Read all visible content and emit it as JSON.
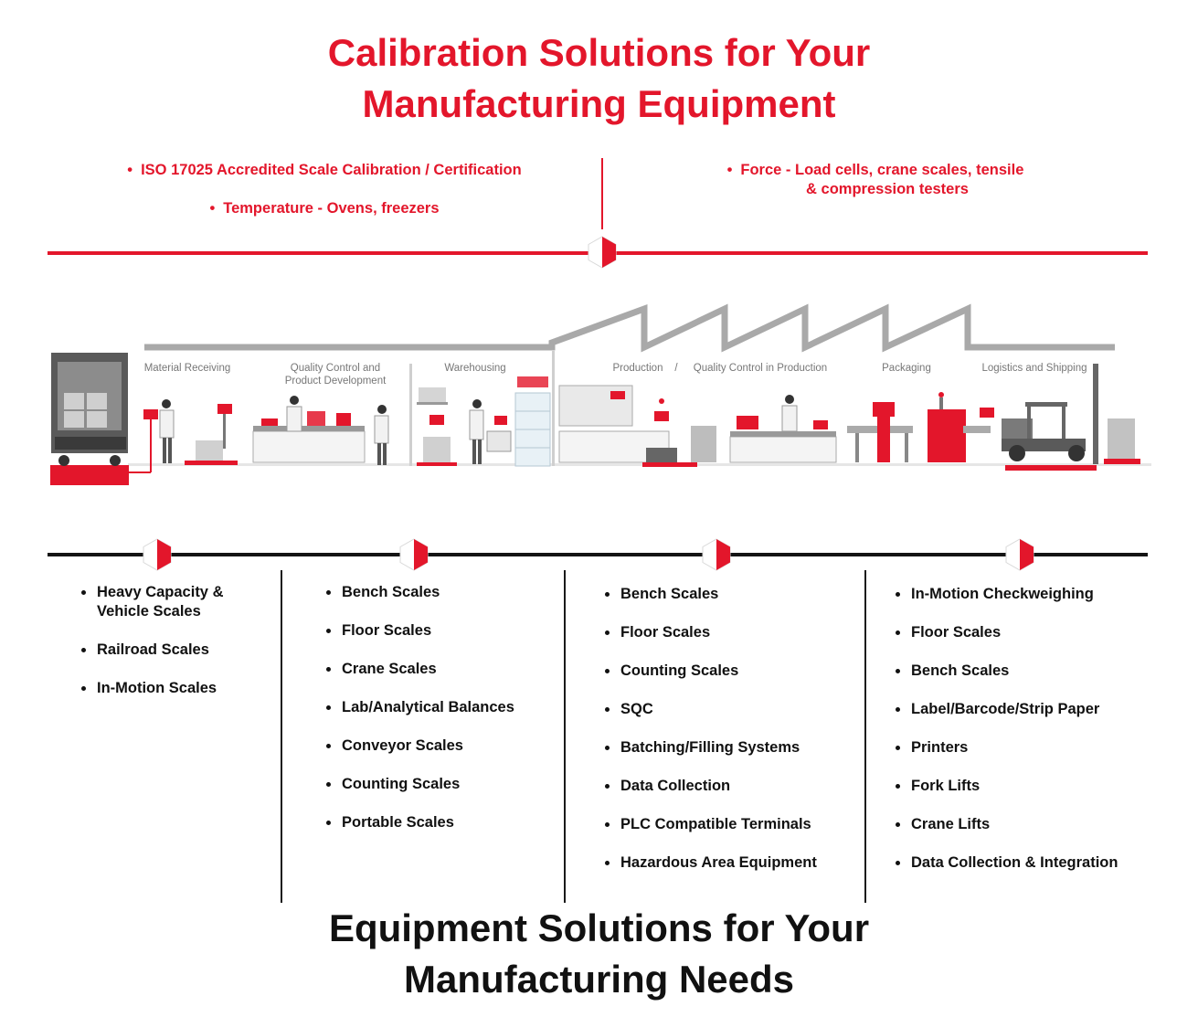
{
  "top_title": [
    "Calibration Solutions for Your",
    "Manufacturing Equipment"
  ],
  "calibration": {
    "left": [
      "ISO 17025 Accredited Scale Calibration / Certification",
      "Temperature - Ovens, freezers"
    ],
    "right": [
      "Force - Load cells, crane scales, tensile",
      "& compression testers"
    ]
  },
  "zones": {
    "material_receiving": "Material Receiving",
    "quality_control": [
      "Quality Control and",
      "Product Development"
    ],
    "warehousing": "Warehousing",
    "production": "Production",
    "separator": "/",
    "qc_production": "Quality Control in Production",
    "packaging": "Packaging",
    "logistics": "Logistics and Shipping"
  },
  "columns": [
    [
      "Heavy Capacity & Vehicle Scales",
      "Railroad Scales",
      "In-Motion Scales"
    ],
    [
      "Bench Scales",
      "Floor Scales",
      "Crane Scales",
      "Lab/Analytical Balances",
      "Conveyor Scales",
      "Counting Scales",
      "Portable Scales"
    ],
    [
      "Bench Scales",
      "Floor Scales",
      "Counting Scales",
      "SQC",
      "Batching/Filling Systems",
      "Data Collection",
      "PLC Compatible Terminals",
      "Hazardous Area Equipment"
    ],
    [
      "In-Motion Checkweighing",
      "Floor Scales",
      "Bench Scales",
      "Label/Barcode/Strip Paper",
      "Printers",
      "Fork Lifts",
      "Crane Lifts",
      "Data Collection & Integration"
    ]
  ],
  "bottom_title": [
    "Equipment Solutions for Your",
    "Manufacturing Needs"
  ],
  "colors": {
    "red": "#e3162b",
    "dark": "#111111",
    "gray": "#a9a9a9"
  }
}
